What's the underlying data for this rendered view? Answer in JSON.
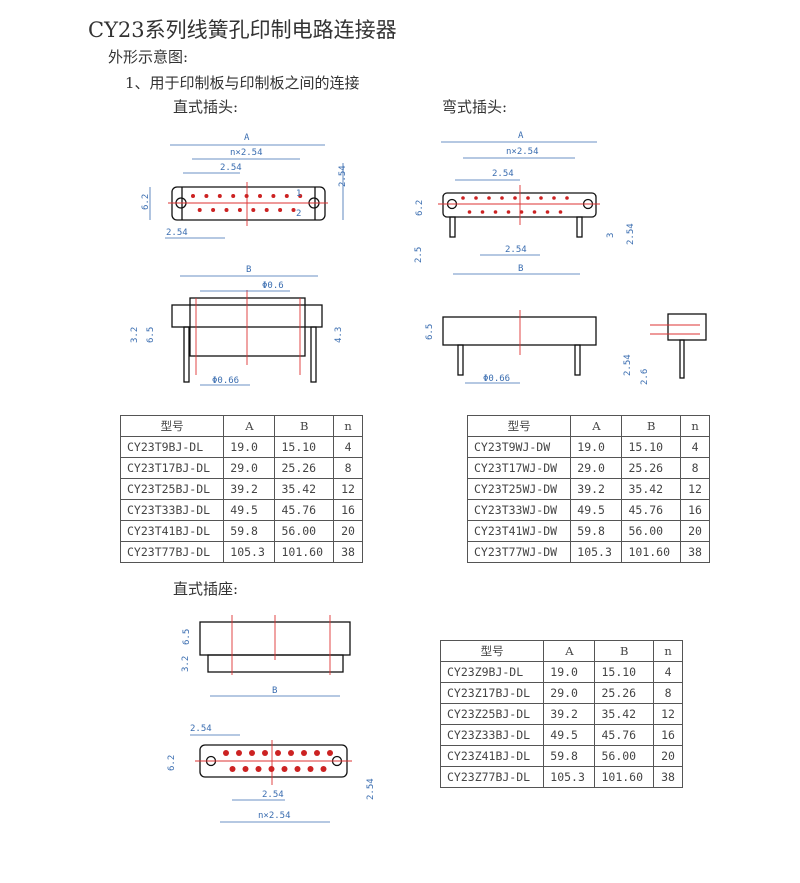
{
  "title": "CY23系列线簧孔印制电路连接器",
  "subtitle": "外形示意图:",
  "section": "1、用于印制板与印制板之间的连接",
  "labels": {
    "straight_plug": "直式插头:",
    "angle_plug": "弯式插头:",
    "straight_socket": "直式插座:"
  },
  "dims": {
    "A": "A",
    "B": "B",
    "n254": "n×2.54",
    "p254": "2.54",
    "h62": "6.2",
    "h65": "6.5",
    "h32": "3.2",
    "h43": "4.3",
    "phi06": "Φ0.6",
    "phi066": "Φ0.66",
    "h25": "2.5",
    "h3": "3",
    "h254": "2.54",
    "h26": "2.6",
    "pin1": "1",
    "pin2": "2"
  },
  "table_headers": [
    "型号",
    "A",
    "B",
    "n"
  ],
  "tables": [
    {
      "rows": [
        [
          "CY23T9BJ-DL",
          "19.0",
          "15.10",
          "4"
        ],
        [
          "CY23T17BJ-DL",
          "29.0",
          "25.26",
          "8"
        ],
        [
          "CY23T25BJ-DL",
          "39.2",
          "35.42",
          "12"
        ],
        [
          "CY23T33BJ-DL",
          "49.5",
          "45.76",
          "16"
        ],
        [
          "CY23T41BJ-DL",
          "59.8",
          "56.00",
          "20"
        ],
        [
          "CY23T77BJ-DL",
          "105.3",
          "101.60",
          "38"
        ]
      ]
    },
    {
      "rows": [
        [
          "CY23T9WJ-DW",
          "19.0",
          "15.10",
          "4"
        ],
        [
          "CY23T17WJ-DW",
          "29.0",
          "25.26",
          "8"
        ],
        [
          "CY23T25WJ-DW",
          "39.2",
          "35.42",
          "12"
        ],
        [
          "CY23T33WJ-DW",
          "49.5",
          "45.76",
          "16"
        ],
        [
          "CY23T41WJ-DW",
          "59.8",
          "56.00",
          "20"
        ],
        [
          "CY23T77WJ-DW",
          "105.3",
          "101.60",
          "38"
        ]
      ]
    },
    {
      "rows": [
        [
          "CY23Z9BJ-DL",
          "19.0",
          "15.10",
          "4"
        ],
        [
          "CY23Z17BJ-DL",
          "29.0",
          "25.26",
          "8"
        ],
        [
          "CY23Z25BJ-DL",
          "39.2",
          "35.42",
          "12"
        ],
        [
          "CY23Z33BJ-DL",
          "49.5",
          "45.76",
          "16"
        ],
        [
          "CY23Z41BJ-DL",
          "59.8",
          "56.00",
          "20"
        ],
        [
          "CY23Z77BJ-DL",
          "105.3",
          "101.60",
          "38"
        ]
      ]
    }
  ]
}
